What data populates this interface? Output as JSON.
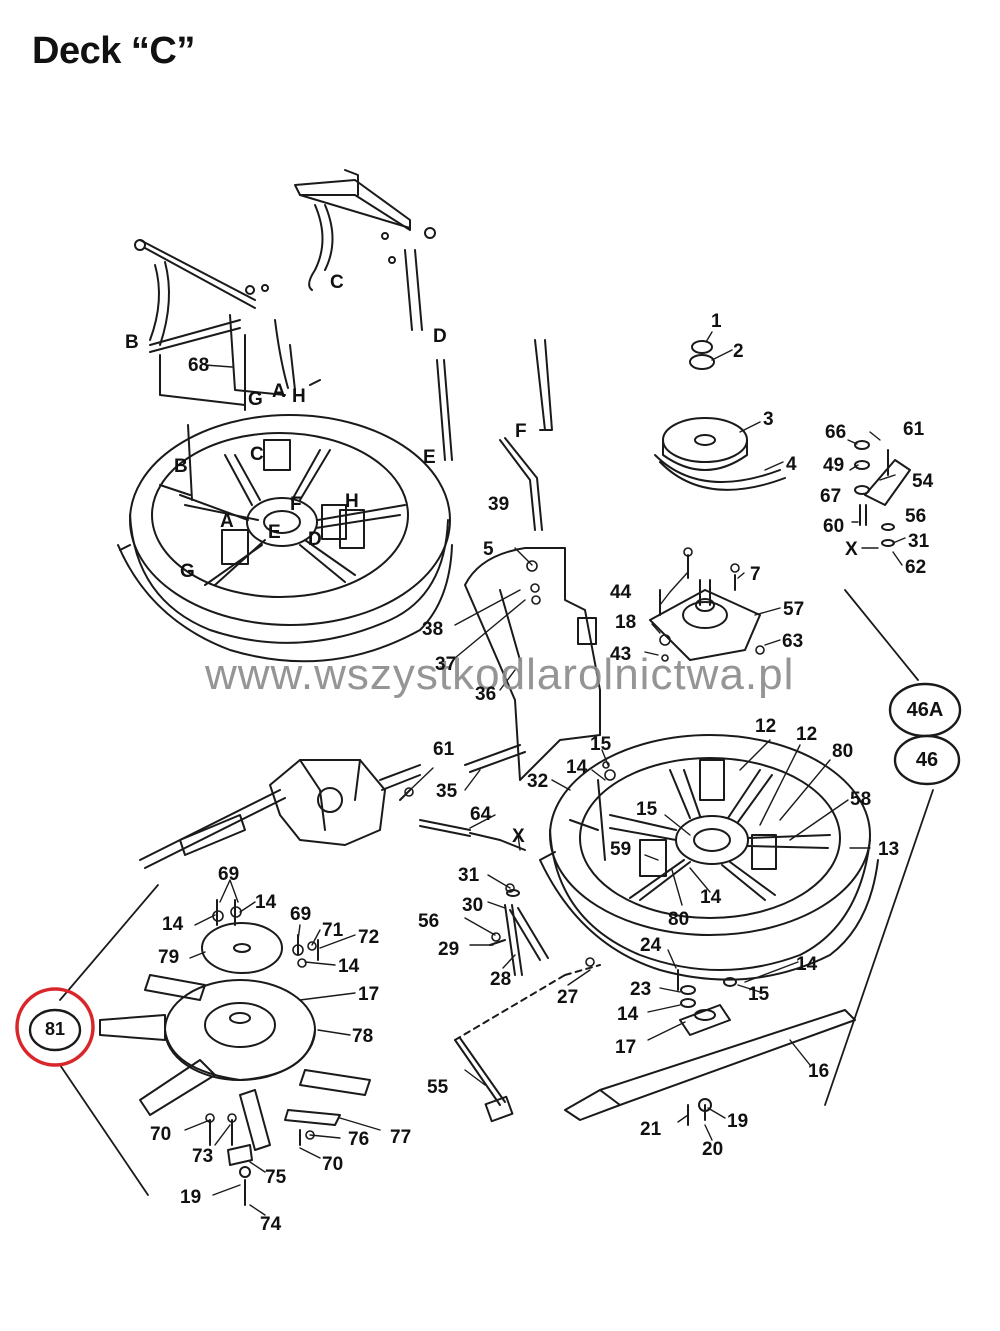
{
  "title": "Deck “C”",
  "watermark": "www.wszystkodlarolnictwa.pl",
  "highlight_color": "#d9262b",
  "references": {
    "r81": "81",
    "r46a": "46A",
    "r46": "46"
  },
  "labels": {
    "n1": "1",
    "n2": "2",
    "n3": "3",
    "n4": "4",
    "n5": "5",
    "n7": "7",
    "n12a": "12",
    "n12b": "12",
    "n13": "13",
    "n14a": "14",
    "n14b": "14",
    "n14c": "14",
    "n14d": "14",
    "n14e": "14",
    "n14f": "14",
    "n14g": "14",
    "n15a": "15",
    "n15b": "15",
    "n15c": "15",
    "n16": "16",
    "n17a": "17",
    "n17b": "17",
    "n18": "18",
    "n19a": "19",
    "n19b": "19",
    "n20": "20",
    "n21": "21",
    "n23": "23",
    "n24": "24",
    "n27": "27",
    "n28": "28",
    "n29": "29",
    "n30": "30",
    "n31a": "31",
    "n31b": "31",
    "n32": "32",
    "n35": "35",
    "n36": "36",
    "n37": "37",
    "n38": "38",
    "n39": "39",
    "n43": "43",
    "n44": "44",
    "n49": "49",
    "n54": "54",
    "n55": "55",
    "n56a": "56",
    "n56b": "56",
    "n57": "57",
    "n58": "58",
    "n59": "59",
    "n60": "60",
    "n61a": "61",
    "n61b": "61",
    "n62": "62",
    "n63": "63",
    "n64": "64",
    "n66": "66",
    "n67": "67",
    "n68": "68",
    "n69a": "69",
    "n69b": "69",
    "n70a": "70",
    "n70b": "70",
    "n71": "71",
    "n72": "72",
    "n73": "73",
    "n74": "74",
    "n75": "75",
    "n76": "76",
    "n77": "77",
    "n78": "78",
    "n79": "79",
    "n80a": "80",
    "n80b": "80",
    "lA1": "A",
    "lA2": "A",
    "lB1": "B",
    "lB2": "B",
    "lC1": "C",
    "lC2": "C",
    "lD1": "D",
    "lD2": "D",
    "lE1": "E",
    "lE2": "E",
    "lF1": "F",
    "lF2": "F",
    "lG1": "G",
    "lG2": "G",
    "lH1": "H",
    "lH2": "H",
    "lX1": "X",
    "lX2": "X"
  }
}
